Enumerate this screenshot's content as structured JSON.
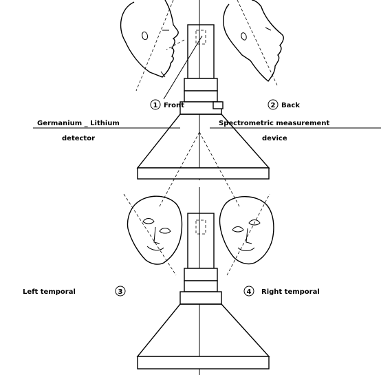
{
  "labels": {
    "front": "Front",
    "front_num": "1",
    "back": "Back",
    "back_num": "2",
    "left_temporal": "Left temporal",
    "left_num": "3",
    "right_temporal": "Right temporal",
    "right_num": "4",
    "detector_line1": "Germanium _ Lithium",
    "detector_line2": "detector",
    "device_line1": "Spectrometric  measurement",
    "device_line2": "device"
  }
}
